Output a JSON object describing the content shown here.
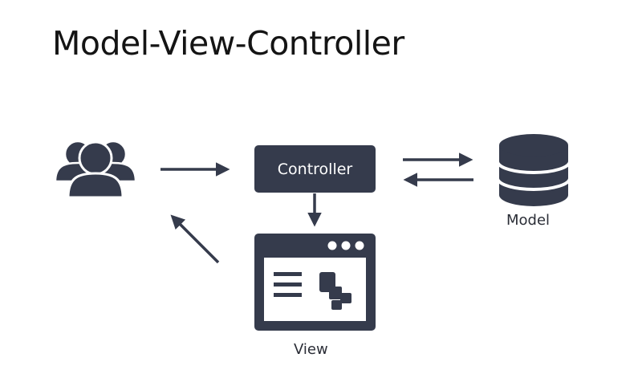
{
  "title": "Model-View-Controller",
  "nodes": {
    "user": {
      "icon": "users-icon"
    },
    "controller": {
      "label": "Controller"
    },
    "model": {
      "label": "Model",
      "icon": "database-icon"
    },
    "view": {
      "label": "View",
      "icon": "browser-window-icon"
    }
  },
  "colors": {
    "shape": "#353b4c",
    "title_text": "#141414",
    "label_text": "#2a2d36",
    "background": "#ffffff"
  }
}
